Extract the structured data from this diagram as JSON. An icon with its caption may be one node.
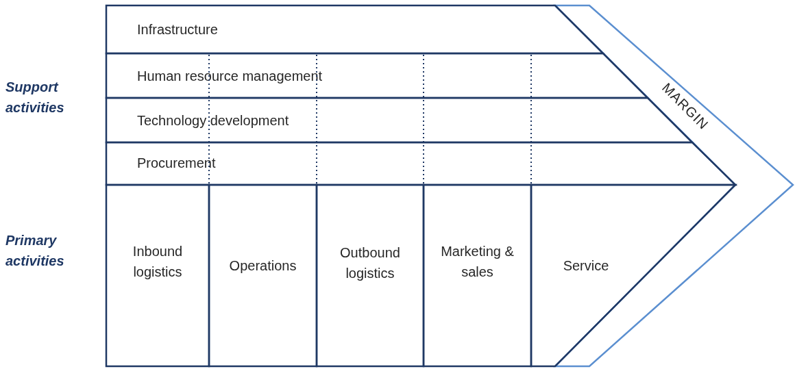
{
  "diagram": {
    "nodes": [
      {
        "text": [
          "Infrastructure"
        ]
      },
      {
        "text": [
          "Human resource management"
        ]
      },
      {
        "text": [
          "Technology development"
        ]
      },
      {
        "text": [
          "Procurement"
        ]
      },
      {
        "text": [
          "Inbound logistics"
        ]
      },
      {
        "text": [
          "Operations"
        ]
      },
      {
        "text": [
          "Outbound logistics"
        ]
      },
      {
        "text": [
          "Marketing & sales"
        ]
      },
      {
        "text": [
          "Service"
        ]
      },
      {
        "text": [
          "MARGIN"
        ]
      }
    ],
    "labels": [
      "Support activities",
      "Primary activities"
    ]
  }
}
